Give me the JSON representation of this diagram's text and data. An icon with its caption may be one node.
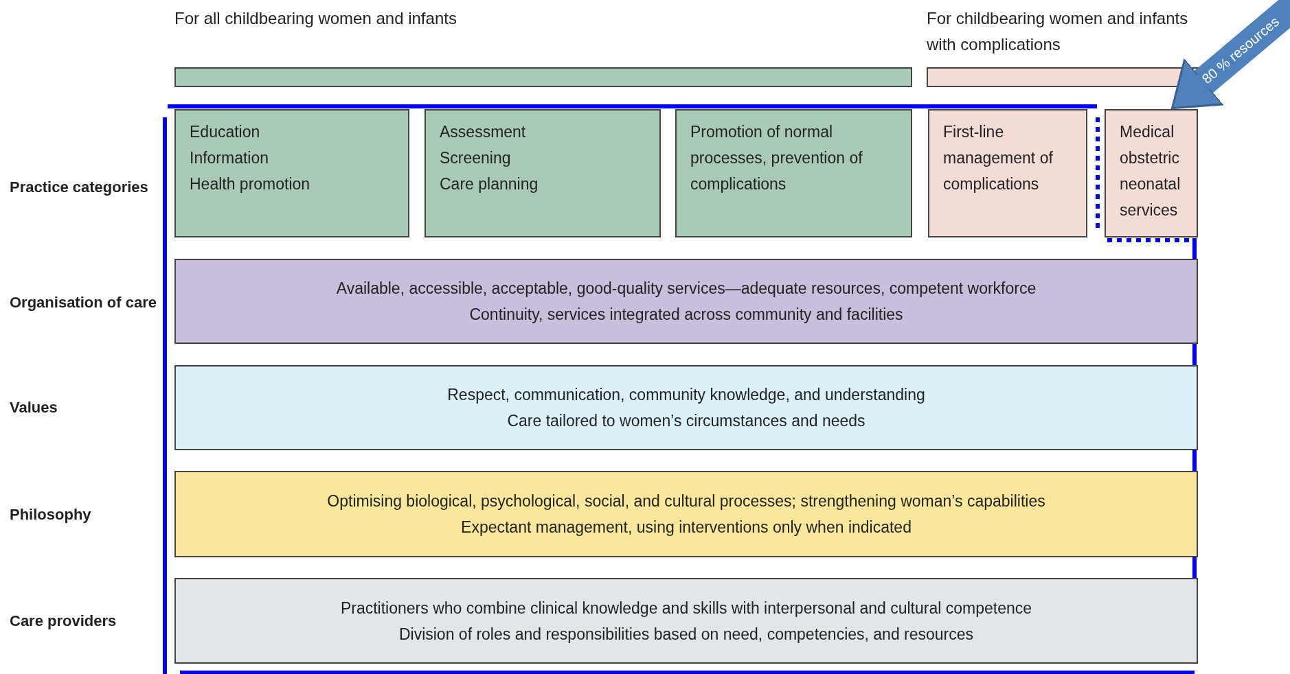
{
  "diagram": {
    "nodes": [
      {
        "text": [
          "For all childbearing women and infants"
        ]
      },
      {
        "text": [
          "For childbearing women and infants with complications"
        ]
      },
      {
        "text": [
          "Education",
          "Information",
          "Health promotion"
        ]
      },
      {
        "text": [
          "Assessment",
          "Screening",
          "Care planning"
        ]
      },
      {
        "text": [
          "Promotion of normal processes, prevention of complications"
        ]
      },
      {
        "text": [
          "First-line management of complications"
        ]
      },
      {
        "text": [
          "Medical obstetric neonatal services"
        ]
      },
      {
        "text": [
          "Available, accessible, acceptable, good-quality services—adequate resources, competent workforce",
          "Continuity, services integrated across community and facilities"
        ]
      },
      {
        "text": [
          "Respect, communication, community knowledge, and understanding",
          "Care tailored to women’s circumstances and needs"
        ]
      },
      {
        "text": [
          "Optimising biological, psychological, social, and cultural processes; strengthening woman’s capabilities",
          "Expectant management, using interventions only when indicated"
        ]
      },
      {
        "text": [
          "Practitioners who combine clinical knowledge and skills with interpersonal and cultural competence",
          "Division of roles and responsibilities based on need, competencies, and resources"
        ]
      }
    ],
    "edges": [
      {
        "from": null,
        "to": 6,
        "arrow": "to",
        "label": "80 % resources",
        "color": "#4f81bd"
      }
    ],
    "labels": [
      "Practice categories",
      "Organisation of care",
      "Values",
      "Philosophy",
      "Care providers"
    ]
  }
}
